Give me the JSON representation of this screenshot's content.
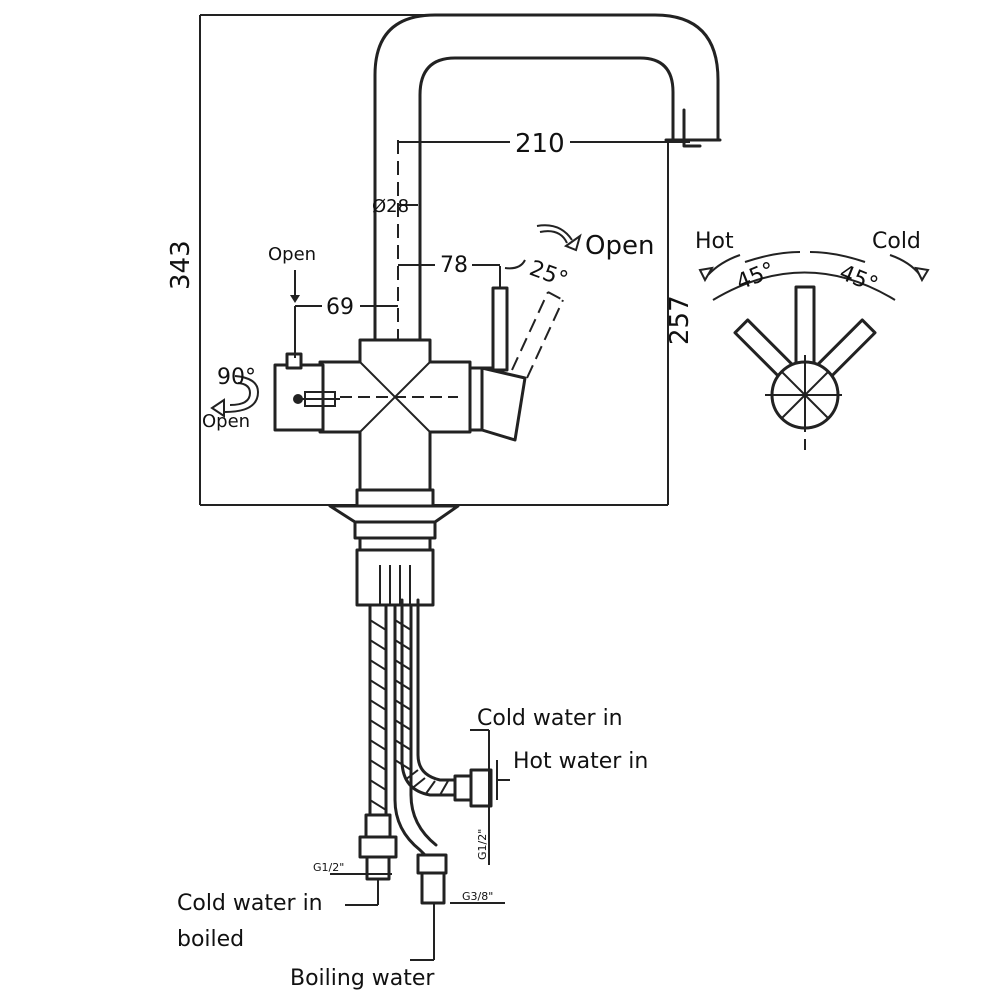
{
  "dimensions": {
    "height_total": "343",
    "width_reach": "210",
    "spout_diameter": "Ø28",
    "handle_offset": "78",
    "knob_offset": "69",
    "spout_height": "257"
  },
  "angles": {
    "lever_tilt": "25°",
    "knob_rotation": "90°",
    "hot_angle": "45°",
    "cold_angle": "45°"
  },
  "labels": {
    "open_top_knob": "Open",
    "open_lever": "Open",
    "open_knob_rotation": "Open",
    "hot": "Hot",
    "cold": "Cold",
    "cold_water_in": "Cold water in",
    "hot_water_in": "Hot water in",
    "cold_water_in_boiled_line1": "Cold water in",
    "cold_water_in_boiled_line2": "boiled",
    "boiling_water": "Boiling water"
  },
  "threads": {
    "g12_left": "G1/2\"",
    "g38": "G3/8\"",
    "g12_right": "G1/2\""
  }
}
